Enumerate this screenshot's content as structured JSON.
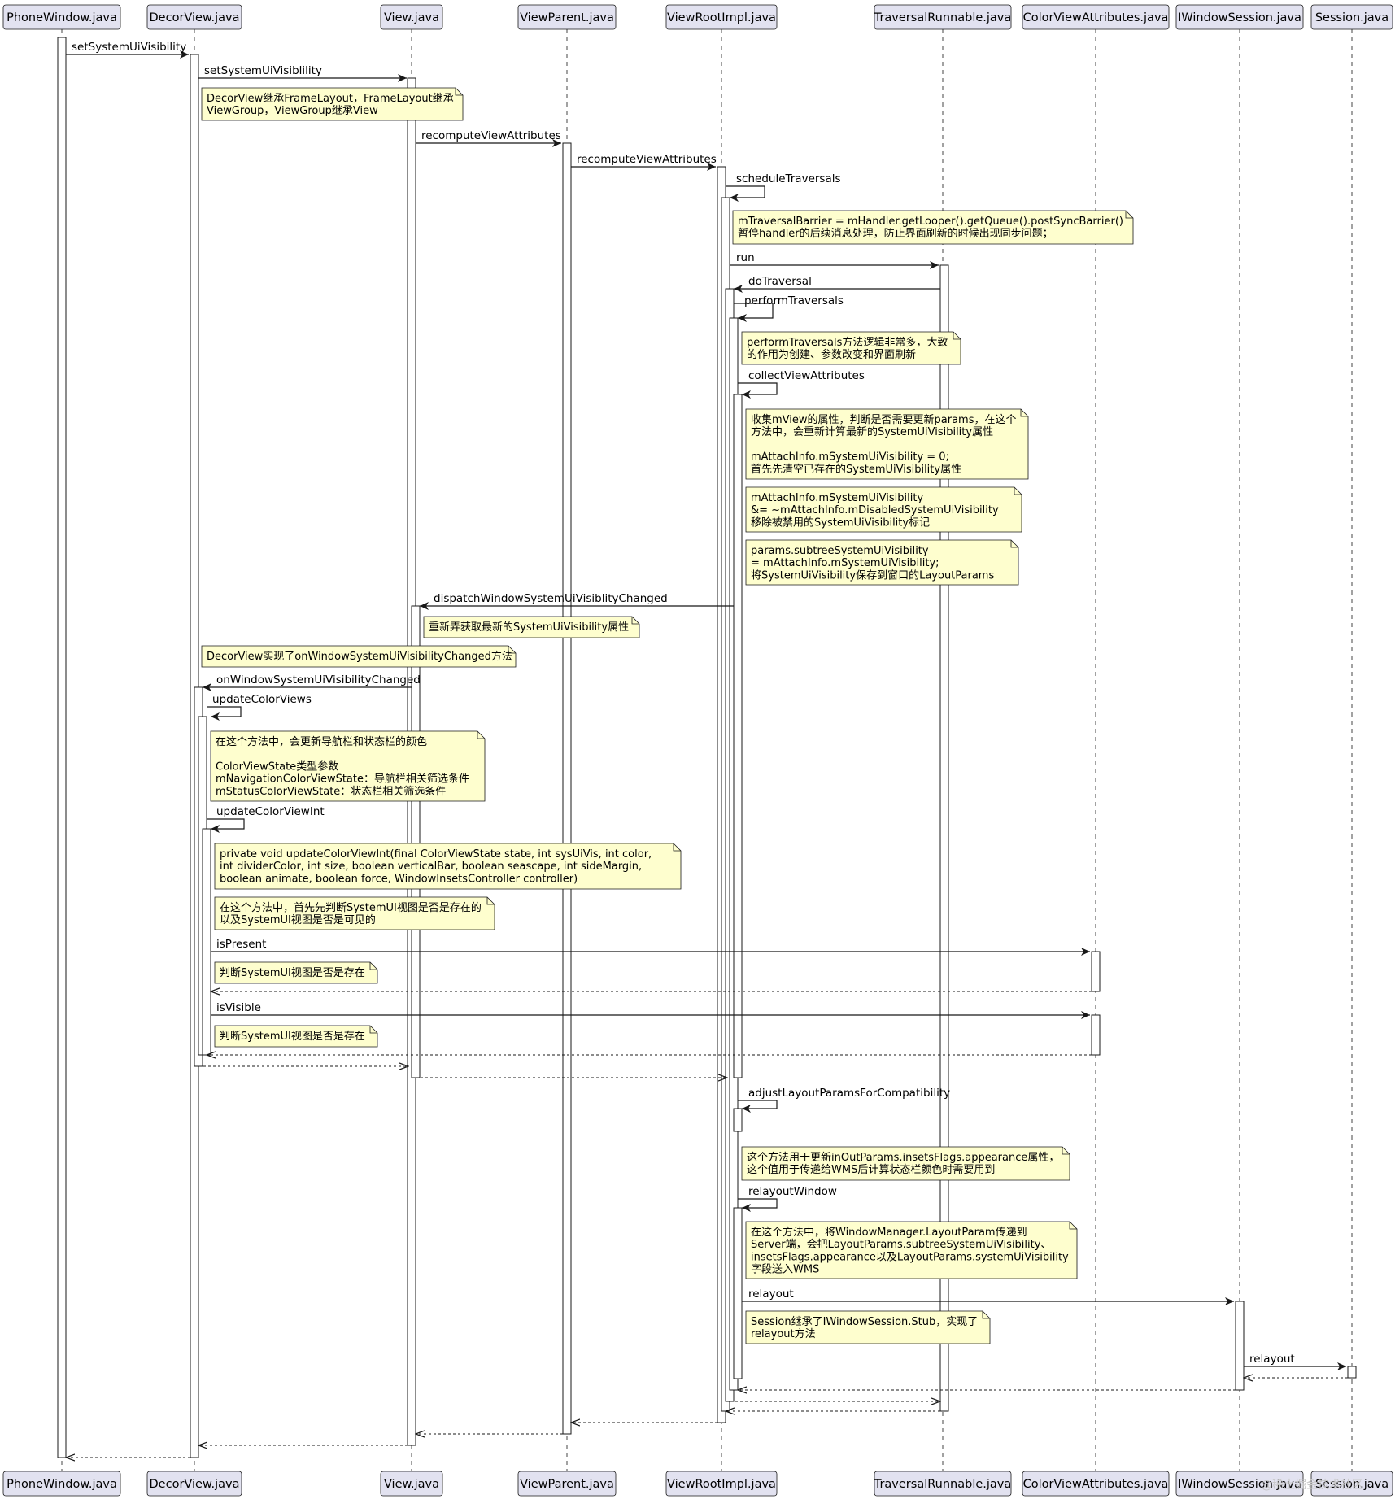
{
  "colors": {
    "participant_fill": "#e2e2f0",
    "participant_stroke": "#181818",
    "lifeline": "#181818",
    "activation_fill": "#ffffff",
    "note_fill": "#fefece",
    "note_stroke": "#181818",
    "arrow": "#181818",
    "background": "#ffffff"
  },
  "participants": [
    {
      "id": "PhoneWindow",
      "label": "PhoneWindow.java"
    },
    {
      "id": "DecorView",
      "label": "DecorView.java"
    },
    {
      "id": "View",
      "label": "View.java"
    },
    {
      "id": "ViewParent",
      "label": "ViewParent.java"
    },
    {
      "id": "ViewRootImpl",
      "label": "ViewRootImpl.java"
    },
    {
      "id": "TraversalRunnable",
      "label": "TraversalRunnable.java"
    },
    {
      "id": "ColorViewAttributes",
      "label": "ColorViewAttributes.java"
    },
    {
      "id": "IWindowSession",
      "label": "IWindowSession.java"
    },
    {
      "id": "Session",
      "label": "Session.java"
    }
  ],
  "messages": [
    {
      "label": "setSystemUiVisibility"
    },
    {
      "label": "setSystemUiVisiblility"
    },
    {
      "label": "recomputeViewAttributes"
    },
    {
      "label": "recomputeViewAttributes"
    },
    {
      "label": "scheduleTraversals"
    },
    {
      "label": "run"
    },
    {
      "label": "doTraversal"
    },
    {
      "label": "performTraversals"
    },
    {
      "label": "collectViewAttributes"
    },
    {
      "label": "dispatchWindowSystemUiVisiblityChanged"
    },
    {
      "label": "onWindowSystemUiVisibilityChanged"
    },
    {
      "label": "updateColorViews"
    },
    {
      "label": "updateColorViewInt"
    },
    {
      "label": "isPresent"
    },
    {
      "label": "isVisible"
    },
    {
      "label": "adjustLayoutParamsForCompatibility"
    },
    {
      "label": "relayoutWindow"
    },
    {
      "label": "relayout"
    },
    {
      "label": "relayout"
    }
  ],
  "notes": [
    {
      "lines": [
        "DecorView继承FrameLayout，FrameLayout继承",
        "ViewGroup，ViewGroup继承View"
      ]
    },
    {
      "lines": [
        "mTraversalBarrier = mHandler.getLooper().getQueue().postSyncBarrier()",
        "暂停handler的后续消息处理，防止界面刷新的时候出现同步问题；"
      ]
    },
    {
      "lines": [
        "performTraversals方法逻辑非常多，大致",
        "的作用为创建、参数改变和界面刷新"
      ]
    },
    {
      "lines": [
        "收集mView的属性，判断是否需要更新params，在这个",
        "方法中，会重新计算最新的SystemUiVisibility属性",
        "",
        "mAttachInfo.mSystemUiVisibility = 0;",
        "首先先清空已存在的SystemUiVisibility属性"
      ]
    },
    {
      "lines": [
        "mAttachInfo.mSystemUiVisibility",
        "    &= ~mAttachInfo.mDisabledSystemUiVisibility",
        "    移除被禁用的SystemUiVisibility标记"
      ]
    },
    {
      "lines": [
        "params.subtreeSystemUiVisibility",
        "    = mAttachInfo.mSystemUiVisibility;",
        "    将SystemUiVisibility保存到窗口的LayoutParams"
      ]
    },
    {
      "lines": [
        "重新弄获取最新的SystemUiVisibility属性"
      ]
    },
    {
      "lines": [
        "DecorView实现了onWindowSystemUiVisibilityChanged方法"
      ]
    },
    {
      "lines": [
        "在这个方法中，会更新导航栏和状态栏的颜色",
        "",
        " ColorViewState类型参数",
        "  mNavigationColorViewState：导航栏相关筛选条件",
        "  mStatusColorViewState：状态栏相关筛选条件"
      ]
    },
    {
      "lines": [
        "private void updateColorViewInt(final ColorViewState state, int sysUiVis, int color,",
        "            int dividerColor, int size, boolean verticalBar, boolean seascape, int sideMargin,",
        "            boolean animate, boolean force, WindowInsetsController controller)"
      ]
    },
    {
      "lines": [
        "在这个方法中，首先先判断SystemUI视图是否是存在的",
        "以及SystemUI视图是否是可见的"
      ]
    },
    {
      "lines": [
        "判断SystemUI视图是否是存在"
      ]
    },
    {
      "lines": [
        "判断SystemUI视图是否是存在"
      ]
    },
    {
      "lines": [
        "这个方法用于更新inOutParams.insetsFlags.appearance属性，",
        "这个值用于传递给WMS后计算状态栏颜色时需要用到"
      ]
    },
    {
      "lines": [
        "在这个方法中，将WindowManager.LayoutParam传递到",
        "Server端，会把LayoutParams.subtreeSystemUiVisibility、",
        "insetsFlags.appearance以及LayoutParams.systemUiVisibility",
        "字段送入WMS"
      ]
    },
    {
      "lines": [
        "Session继承了IWindowSession.Stub，实现了",
        "relayout方法"
      ]
    }
  ],
  "watermark": "@稀土掘金技术社区"
}
